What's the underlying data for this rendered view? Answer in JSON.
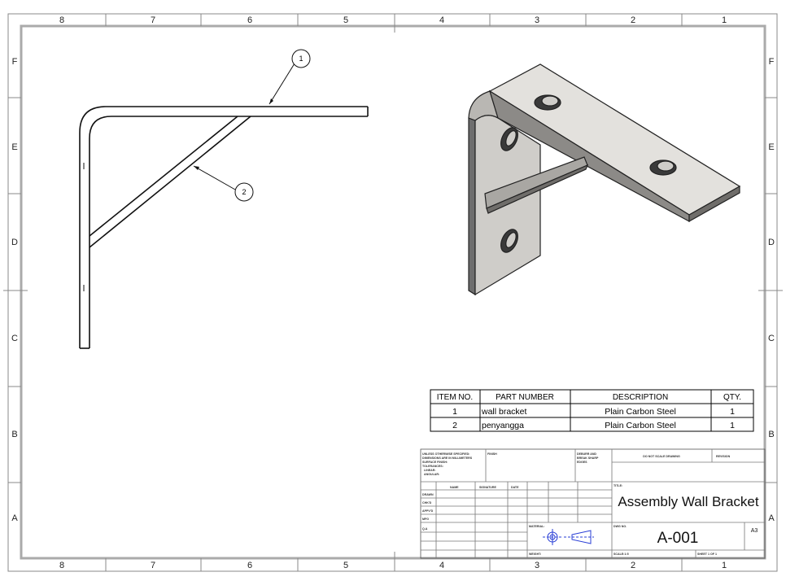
{
  "zones": {
    "columns": [
      "8",
      "7",
      "6",
      "5",
      "4",
      "3",
      "2",
      "1"
    ],
    "rows": [
      "F",
      "E",
      "D",
      "C",
      "B",
      "A"
    ]
  },
  "balloons": {
    "item1": "1",
    "item2": "2"
  },
  "bom": {
    "headers": {
      "item_no": "ITEM NO.",
      "part_number": "PART NUMBER",
      "description": "DESCRIPTION",
      "qty": "QTY."
    },
    "rows": [
      {
        "item_no": "1",
        "part_number": "wall bracket",
        "description": "Plain Carbon Steel",
        "qty": "1"
      },
      {
        "item_no": "2",
        "part_number": "penyangga",
        "description": "Plain Carbon Steel",
        "qty": "1"
      }
    ]
  },
  "title_block": {
    "notes": [
      "UNLESS OTHERWISE SPECIFIED:",
      "DIMENSIONS ARE IN MILLIMETERS",
      "SURFACE FINISH:",
      "TOLERANCES:",
      "LINEAR:",
      "ANGULAR:"
    ],
    "finish_label": "FINISH",
    "deburr_label": [
      "DEBURR AND",
      "BREAK SHARP",
      "EDGES"
    ],
    "do_not_scale": "DO NOT SCALE DRAWING",
    "revision_label": "REVISION",
    "name_label": "NAME",
    "signature_label": "SIGNATURE",
    "date_label": "DATE",
    "roles": [
      "DRAWN",
      "CHK'D",
      "APPV'D",
      "MFG",
      "Q.A"
    ],
    "material_label": "MATERIAL:",
    "weight_label": "WEIGHT:",
    "title_label": "TITLE:",
    "title": "Assembly Wall Bracket",
    "dwg_no_label": "DWG NO.",
    "dwg_no": "A-001",
    "size": "A3",
    "scale_label": "SCALE:1:5",
    "sheet_label": "SHEET 1 OF 1"
  }
}
